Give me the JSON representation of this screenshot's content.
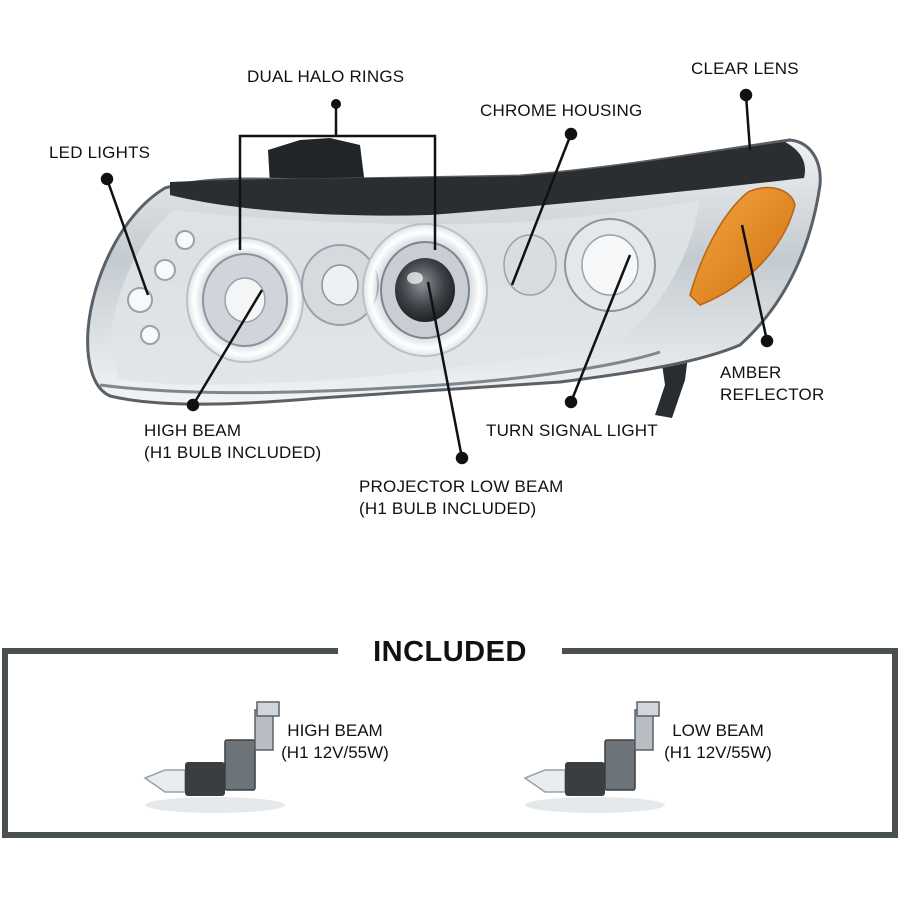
{
  "callouts": {
    "led_lights": "LED LIGHTS",
    "dual_halo_rings": "DUAL HALO RINGS",
    "chrome_housing": "CHROME HOUSING",
    "clear_lens": "CLEAR LENS",
    "amber_reflector": [
      "AMBER",
      "REFLECTOR"
    ],
    "turn_signal_light": "TURN SIGNAL LIGHT",
    "high_beam": [
      "HIGH BEAM",
      "(H1 BULB INCLUDED)"
    ],
    "projector_low_beam": [
      "PROJECTOR LOW BEAM",
      "(H1 BULB INCLUDED)"
    ]
  },
  "included": {
    "title": "INCLUDED",
    "bulbs": [
      {
        "name": "HIGH BEAM",
        "spec": "(H1 12V/55W)"
      },
      {
        "name": "LOW BEAM",
        "spec": "(H1 12V/55W)"
      }
    ]
  },
  "colors": {
    "amber": "#e8861c",
    "chrome": "#c9cfd4",
    "housing_dark": "#2b2e31",
    "frame": "#4a4f52"
  }
}
